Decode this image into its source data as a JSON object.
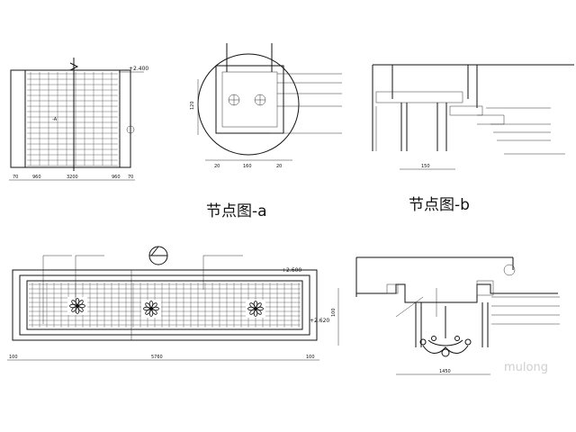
{
  "titles": {
    "detail_a": "节点图-a",
    "detail_b": "节点图-b"
  },
  "dims": {
    "tl_bottom": [
      "70",
      "960",
      "3200",
      "960",
      "70"
    ],
    "tc_bottom": [
      "20",
      "160",
      "20"
    ],
    "tc_side": "120",
    "tr_bottom": "150",
    "bl_total": "5760",
    "bl_side": "100",
    "bl_right": "100",
    "br_total": "1450",
    "br_side": "100"
  },
  "markers": {
    "detail_a_tag": "-A",
    "level_a": "+2.400",
    "level_b": "+2.620",
    "level_c": "+2.600"
  },
  "watermark": "mulong"
}
